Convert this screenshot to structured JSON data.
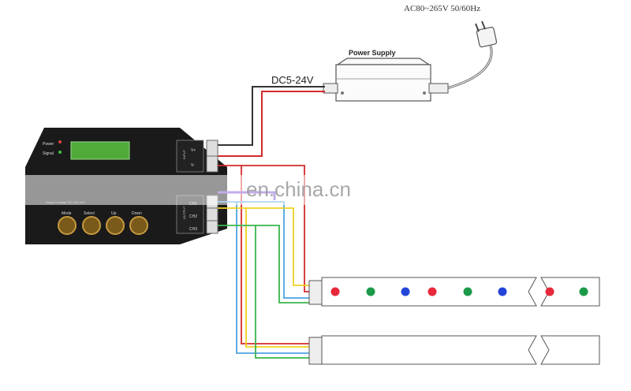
{
  "labels": {
    "ac_input": "AC80~265V 50/60Hz",
    "power_supply": "Power Supply",
    "dc_voltage": "DC5-24V",
    "watermark": "en.china.cn"
  },
  "controller": {
    "indicators": [
      "Power",
      "Signal"
    ],
    "footer_text": "Output Voltage DC 12V-24V",
    "input_block": "INPUT",
    "output_block": "OUTPUT",
    "input_terminals": [
      "V+",
      "V-"
    ],
    "output_terminals": [
      "CH1",
      "CH2",
      "CH3"
    ],
    "buttons": [
      "Mode",
      "Select",
      "Up",
      "Down"
    ]
  },
  "wire_colors": {
    "positive": "#d42a2a",
    "negative": "#333333",
    "ch1": "#4fa3e0",
    "ch2": "#f0d020",
    "ch3": "#3ab54a",
    "purple": "#7a4ad0"
  },
  "led_colors": {
    "red": "#e8283a",
    "green": "#1b9a4a",
    "blue": "#2345d8"
  }
}
